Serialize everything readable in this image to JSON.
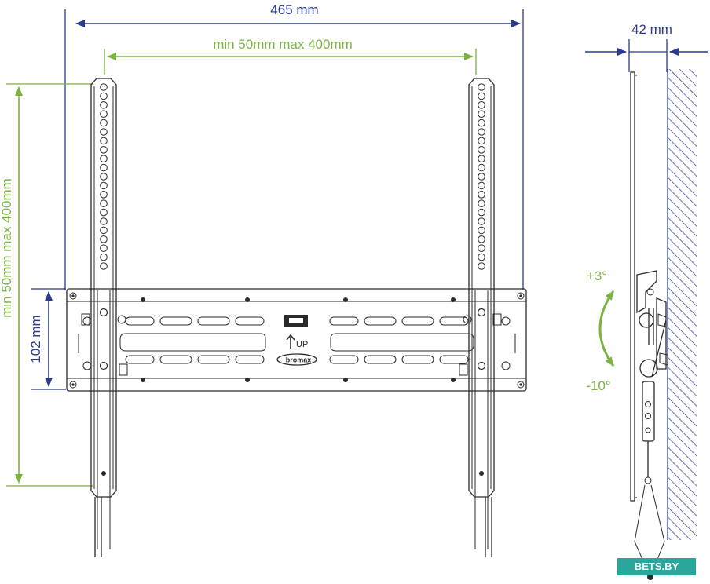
{
  "front_view": {
    "width_label": "465 mm",
    "hole_spacing_h_label": "min 50mm max 400mm",
    "hole_spacing_v_label": "min 50mm max 400mm",
    "rail_height_label": "102 mm",
    "up_label": "UP",
    "brand_logo": "bromax"
  },
  "side_view": {
    "depth_label": "42 mm",
    "tilt_up_label": "+3°",
    "tilt_down_label": "-10°"
  },
  "watermark": "BETS.BY",
  "colors": {
    "dimension_navy": "#2b3a8f",
    "dimension_green": "#7cb342",
    "outline": "#2a2a2a",
    "watermark_bg": "#2aa79b"
  }
}
